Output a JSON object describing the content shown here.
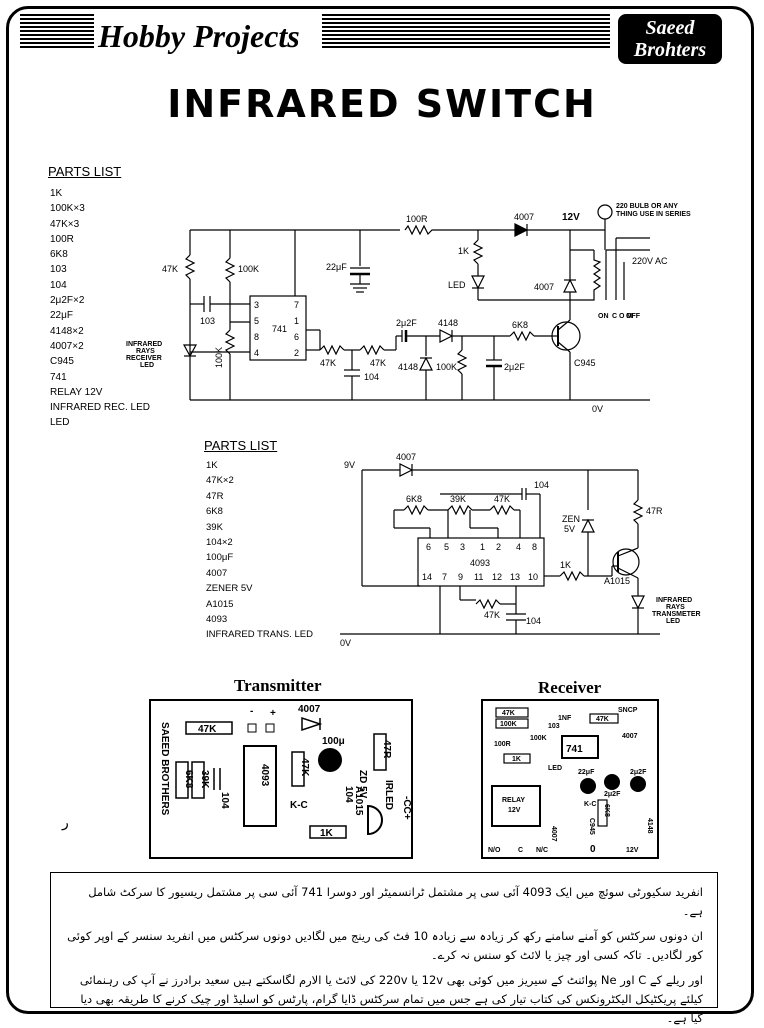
{
  "header": {
    "section_title": "Hobby Projects",
    "brand_line1": "Saeed",
    "brand_line2": "Brohters"
  },
  "page_title": "INFRARED SWITCH",
  "receiver_parts": {
    "heading": "PARTS LIST",
    "items": [
      "1K",
      "100K×3",
      "47K×3",
      "100R",
      "6K8",
      "103",
      "104",
      "2μ2F×2",
      "22μF",
      "4148×2",
      "4007×2",
      "C945",
      "741",
      "RELAY 12V",
      "INFRARED REC. LED",
      "LED"
    ]
  },
  "transmitter_parts": {
    "heading": "PARTS LIST",
    "items": [
      "1K",
      "47K×2",
      "47R",
      "6K8",
      "39K",
      "104×2",
      "100μF",
      "4007",
      "ZENER 5V",
      "A1015",
      "4093",
      "INFRARED TRANS. LED"
    ]
  },
  "receiver_circuit": {
    "r_100R": "100R",
    "d_4007_top": "4007",
    "v_12": "12V",
    "bulb_note1": "220 BULB OR ANY",
    "bulb_note2": "THING USE IN SERIES",
    "r_47k": "47K",
    "r_100k": "100K",
    "c_22uf": "22μF",
    "r_1k": "1K",
    "led": "LED",
    "d_4007_relay": "4007",
    "ac": "220V AC",
    "on": "ON",
    "com": "C O M",
    "off": "OFF",
    "c_103": "103",
    "ic": "741",
    "pin3": "3",
    "pin5": "5",
    "pin8": "8",
    "pin4": "4",
    "pin7": "7",
    "pin1": "1",
    "pin6": "6",
    "pin2": "2",
    "r_100k_v": "100K",
    "ir_rx1": "INFRARED",
    "ir_rx2": "RAYS",
    "ir_rx3": "RECEIVER",
    "ir_rx4": "LED",
    "c_2u2_a": "2μ2F",
    "d_4148_a": "4148",
    "r_6k8": "6K8",
    "r_47k_a": "47K",
    "r_47k_b": "47K",
    "c_104": "104",
    "d_4148_b": "4148",
    "r_100k_b": "100K",
    "c_2u2_b": "2μ2F",
    "q": "C945",
    "v_0": "0V"
  },
  "transmitter_circuit": {
    "v_9": "9V",
    "d_4007": "4007",
    "c_104_top": "104",
    "r_6k8": "6K8",
    "r_39k": "39K",
    "r_47k": "47K",
    "r_47r": "47R",
    "zen1": "ZEN",
    "zen2": "5V",
    "ic": "4093",
    "p6": "6",
    "p5": "5",
    "p3": "3",
    "p1": "1",
    "p2": "2",
    "p4": "4",
    "p8": "8",
    "p14": "14",
    "p7": "7",
    "p9": "9",
    "p11": "11",
    "p12": "12",
    "p13": "13",
    "p10": "10",
    "r_1k": "1K",
    "q": "A1015",
    "r_47k_b": "47K",
    "c_104_b": "104",
    "ir_tx1": "INFRARED",
    "ir_tx2": "RAYS",
    "ir_tx3": "TRANSMETER",
    "ir_tx4": "LED",
    "v_0": "0V"
  },
  "pcb": {
    "transmitter_title": "Transmitter",
    "receiver_title": "Receiver",
    "tx": {
      "brand": "SAEED BROTHERS",
      "r47k": "47K",
      "r6k8": "6K8",
      "r39k": "39K",
      "c104": "104",
      "ic": "4093",
      "minus": "-",
      "plus": "+",
      "d4007": "4007",
      "c100u": "100μ",
      "r47r": "47R",
      "zd": "ZD 5V",
      "irled": "IRLED",
      "r47k_b": "47K",
      "kc": "K-C",
      "c104_b": "104",
      "q": "A1015",
      "r1k": "1K",
      "cc": "-CC+"
    },
    "rx": {
      "r47k": "47K",
      "r100k": "100K",
      "c1nf": "1NF",
      "c103": "103",
      "r47k_b": "47K",
      "snc": "SNCP",
      "d4007_a": "4007",
      "r100r": "100R",
      "r100k_b": "100K",
      "r1k": "1K",
      "ic": "741",
      "led": "LED",
      "c22uf": "22μF",
      "c2u2_a": "2μ2F",
      "c2u2_b": "2μ2F",
      "relay": "RELAY",
      "relay_v": "12V",
      "d4007_b": "4007",
      "kc": "K-C",
      "r6k8": "6K8",
      "q": "C945",
      "d4148": "4148",
      "no": "N/O",
      "c": "C",
      "nc": "N/C",
      "v12": "12V",
      "zero": "0"
    }
  },
  "urdu_note": {
    "para1": "انفرید سکیورٹی سوئچ میں ایک 4093 آئی سی پر مشتمل ٹرانسمیٹر اور دوسرا 741 آئی سی پر مشتمل ریسیور کا سرکٹ شامل ہے۔",
    "para2": "ان دونوں سرکٹس کو آمنے سامنے رکھ کر زیادہ سے زیادہ 10 فٹ کی رینج میں لگادیں دونوں سرکٹس میں انفرید سنسر کے اوپر کوئی کور لگادیں۔ تاکہ کسی اور چیز یا لائٹ کو سنس نہ کرے۔",
    "para3": "اور ریلے کے C اور Ne پوائنٹ کے سیریز میں کوئی بھی 12v یا 220v کی لائٹ یا الارم لگاسکتے ہیں سعید برادرز نے آپ کی رہنمائی کیلئے پریکٹیکل الیکٹرونکس کی کتاب تیار کی ہے جس میں تمام سرکٹس ڈایا گرام، پارٹس کو اسلیڈ اور چیک کرنے کا طریقہ بھی دیا گیا ہے۔"
  }
}
